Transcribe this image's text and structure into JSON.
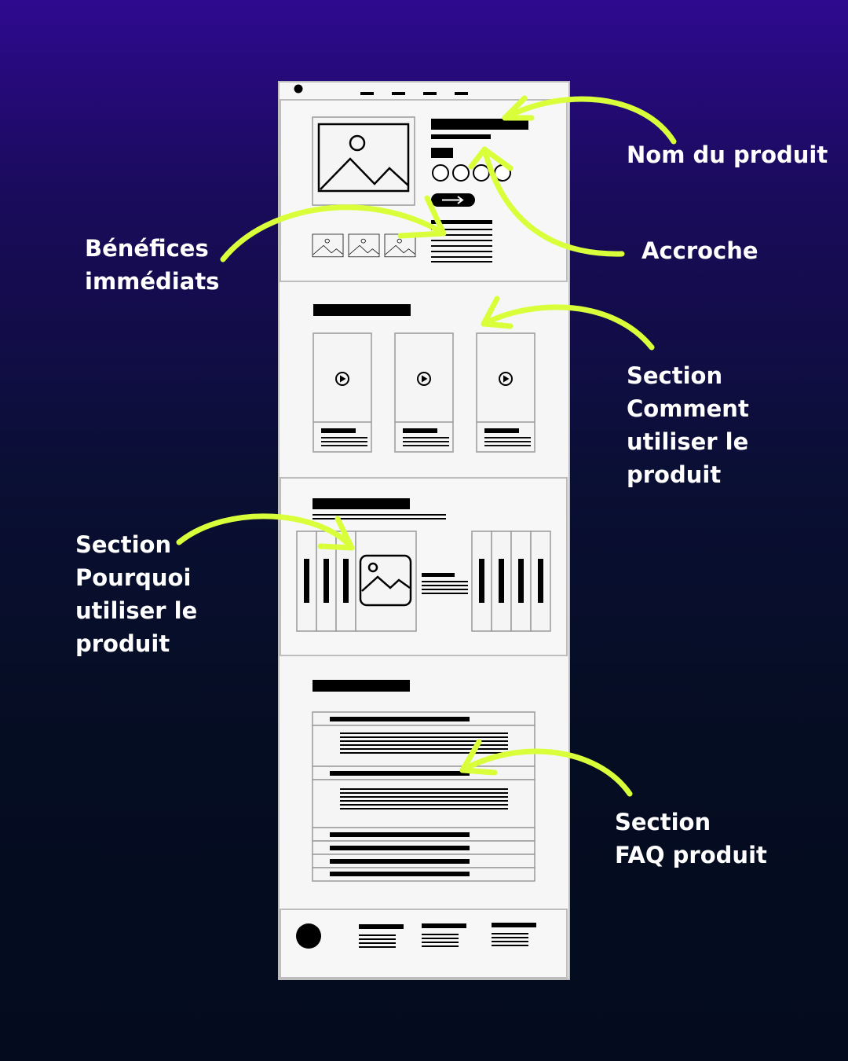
{
  "annotations": {
    "product_name": [
      "Nom du produit"
    ],
    "hook": [
      "Accroche"
    ],
    "immediate_benefits": [
      "Bénéfices",
      "immédiats"
    ],
    "how_to_use": [
      "Section",
      "Comment",
      "utiliser le",
      "produit"
    ],
    "why_use": [
      "Section",
      "Pourquoi",
      "utiliser le",
      "produit"
    ],
    "faq": [
      "Section",
      "FAQ produit"
    ]
  },
  "colors": {
    "arrow": "#d8ff3a",
    "wire_stroke": "#000000",
    "wire_panel": "#f5f5f5",
    "text": "#ffffff"
  },
  "icons": [
    "image-placeholder-icon",
    "play-icon",
    "arrow-right-icon"
  ]
}
